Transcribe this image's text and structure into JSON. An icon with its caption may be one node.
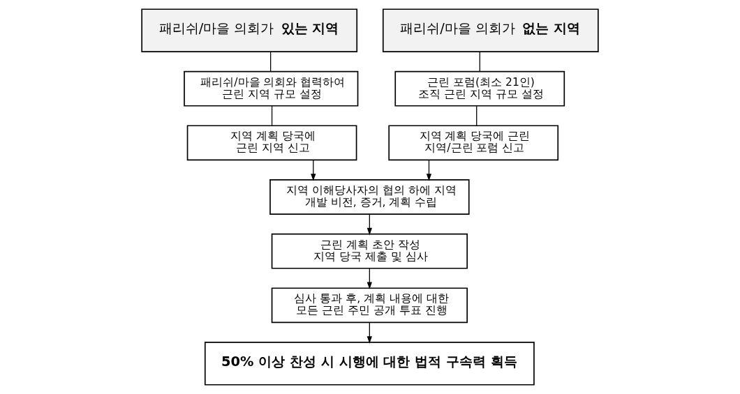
{
  "diagram": {
    "nodes": [
      {
        "text": [
          "패리쉬/마을 의회가 **있는 지역**"
        ]
      },
      {
        "text": [
          "패리쉬/마을 의회가 **없는 지역**"
        ]
      },
      {
        "text": [
          "패리쉬/마을 의회와 협력하여 근린 지역 규모 설정"
        ]
      },
      {
        "text": [
          "근린 포럼(최소 21인) 조직 근린 지역 규모 설정"
        ]
      },
      {
        "text": [
          "지역 계획 당국에 근린 지역 신고"
        ]
      },
      {
        "text": [
          "지역 계획 당국에 근린 지역/근린 포럼 신고"
        ]
      },
      {
        "text": [
          "지역 이해당사자의 협의 하에 지역 개발 비전, 증거, 계획 수립"
        ]
      },
      {
        "text": [
          "근린 계획 초안 작성 지역 당국 제출 및 심사"
        ]
      },
      {
        "text": [
          "심사 통과 후, 계획 내용에 대한 모든 근린 주민 공개 투표 진행"
        ]
      },
      {
        "text": [
          "50% 이상 찬성 시 시행에 대한 법적 구속력 획득"
        ]
      }
    ],
    "edges": [
      {
        "from": 0,
        "to": 2,
        "arrow": "none"
      },
      {
        "from": 1,
        "to": 3,
        "arrow": "none"
      },
      {
        "from": 2,
        "to": 4,
        "arrow": "none"
      },
      {
        "from": 3,
        "to": 5,
        "arrow": "none"
      },
      {
        "from": 4,
        "to": 6,
        "arrow": "to"
      },
      {
        "from": 5,
        "to": 6,
        "arrow": "to"
      },
      {
        "from": 6,
        "to": 7,
        "arrow": "to"
      },
      {
        "from": 7,
        "to": 8,
        "arrow": "to"
      },
      {
        "from": 8,
        "to": 9,
        "arrow": "to"
      }
    ]
  }
}
